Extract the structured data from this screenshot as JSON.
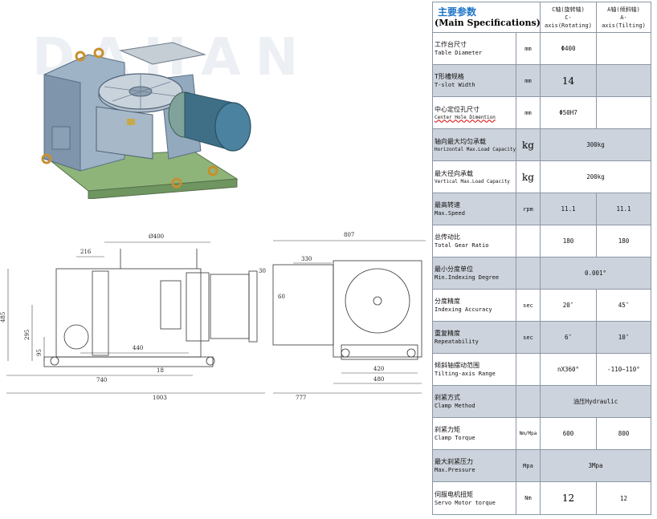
{
  "watermark": "DAHAN",
  "dims": {
    "d400": "Ø400",
    "w807": "807",
    "w216": "216",
    "w330": "330",
    "d30": "30",
    "d60": "60",
    "h485": "485",
    "h295": "295",
    "h95": "95",
    "w440": "440",
    "d18": "18",
    "w740": "740",
    "w1003": "1003",
    "w420": "420",
    "w480": "480",
    "w777": "777"
  },
  "spec": {
    "title": "主要参数",
    "title_en": "(Main Specifications)",
    "col_c": "C轴(旋转轴)",
    "col_c_en": "C-axis(Rotating)",
    "col_a": "A轴(倾斜轴)",
    "col_a_en": "A-axis(Tilting)",
    "rows": [
      {
        "cn": "工作台尺寸",
        "en": "Table Diameter",
        "unit": "mm",
        "c": "Φ400",
        "a": ""
      },
      {
        "cn": "T形槽规格",
        "en": "T-slot Width",
        "unit": "mm",
        "c": "14",
        "a": ""
      },
      {
        "cn": "中心定位孔尺寸",
        "en": "Center Hole Dimention",
        "unit": "mm",
        "c": "Φ50H7",
        "a": ""
      },
      {
        "cn": "轴向最大均匀承载",
        "en": "Horizontal Max.Load Capacity",
        "unit": "kg",
        "v": "300kg"
      },
      {
        "cn": "最大径向承载",
        "en": "Vertical Max.Load Capacity",
        "unit": "kg",
        "v": "200kg"
      },
      {
        "cn": "最高转速",
        "en": "Max.Speed",
        "unit": "rpm",
        "c": "11.1",
        "a": "11.1"
      },
      {
        "cn": "总传动比",
        "en": "Total Gear Ratio",
        "unit": "",
        "c": "180",
        "a": "180"
      },
      {
        "cn": "最小分度单位",
        "en": "Min.Indexing Degree",
        "unit": "",
        "v": "0.001°"
      },
      {
        "cn": "分度精度",
        "en": "Indexing Accuracy",
        "unit": "sec",
        "c": "20″",
        "a": "45″"
      },
      {
        "cn": "重复精度",
        "en": "Repeatability",
        "unit": "sec",
        "c": "6″",
        "a": "10″"
      },
      {
        "cn": "倾斜轴摆动范围",
        "en": "Tilting-axis Range",
        "unit": "",
        "c": "nX360°",
        "a": "-110~110°"
      },
      {
        "cn": "刹紧方式",
        "en": "Clamp Method",
        "unit": "",
        "v": "油压Hydraulic"
      },
      {
        "cn": "刹紧力矩",
        "en": "Clamp Torque",
        "unit": "Nm/Mpa",
        "c": "600",
        "a": "800"
      },
      {
        "cn": "最大刹紧压力",
        "en": "Max.Pressure",
        "unit": "Mpa",
        "v": "3Mpa"
      },
      {
        "cn": "伺服电机扭矩",
        "en": "Servo Motor torque",
        "unit": "Nm",
        "c": "12",
        "a": "12"
      }
    ]
  }
}
